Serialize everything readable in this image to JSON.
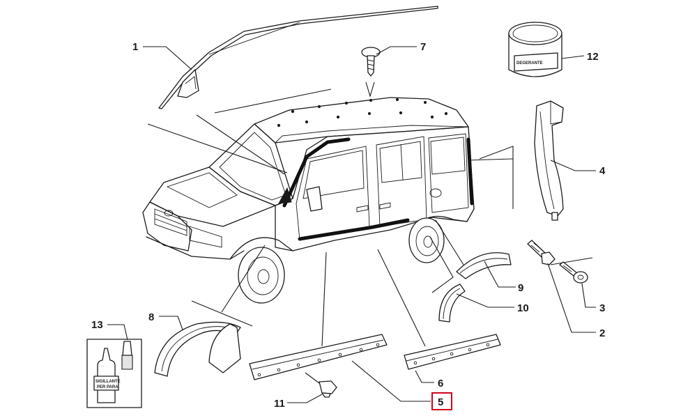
{
  "callouts": {
    "c1": "1",
    "c2": "2",
    "c3": "3",
    "c4": "4",
    "c5": "5",
    "c6": "6",
    "c7": "7",
    "c8": "8",
    "c9": "9",
    "c10": "10",
    "c11": "11",
    "c12": "12",
    "c13": "13"
  },
  "highlight": {
    "callout": "5",
    "color": "#d0021b"
  },
  "jar_label": "DEGERANTE",
  "bottle_label_line1": "SIGILLANTE",
  "bottle_label_line2": "PER PARA"
}
